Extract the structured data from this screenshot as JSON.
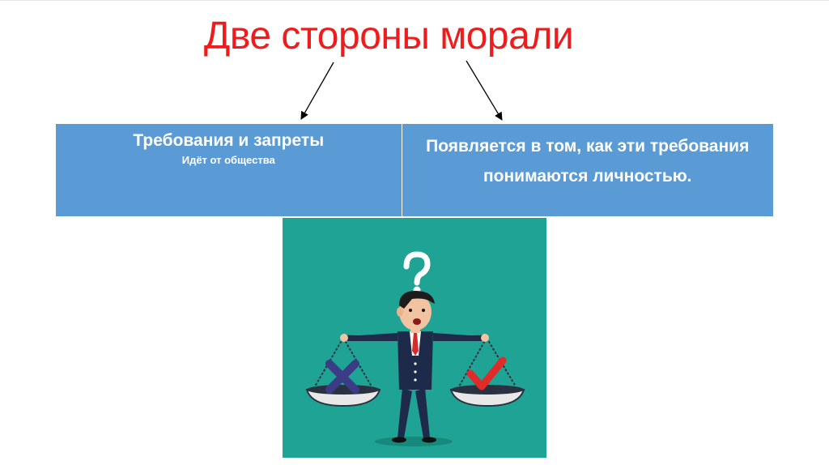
{
  "slide": {
    "title": "Две стороны морали",
    "title_color": "#ee1c1c",
    "table": {
      "color": "#5b9bd5",
      "left": {
        "main": "Требования и запреты",
        "sub": "Идёт от общества"
      },
      "right": {
        "text": "Появляется в том, как эти требования понимаются личностью."
      }
    },
    "illustration": {
      "background": "#1fa394",
      "icons": [
        "question-mark-icon",
        "cross-icon",
        "check-icon",
        "scales-icon"
      ]
    }
  }
}
